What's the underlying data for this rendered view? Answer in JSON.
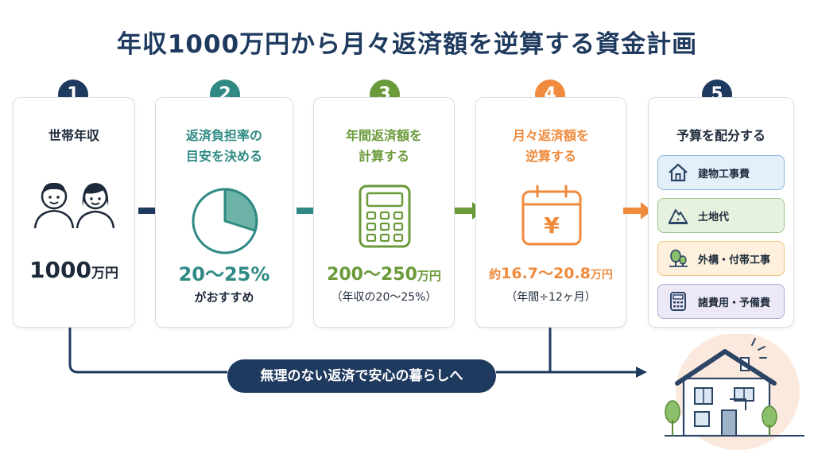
{
  "title": "年収1000万円から月々返済額を逆算する資金計画",
  "colors": {
    "navy": "#1f3a5f",
    "teal": "#2f8a84",
    "green": "#6a9a3a",
    "orange": "#f08a3c",
    "slate": "#2c4566"
  },
  "steps": [
    {
      "num": "1",
      "title_lines": [
        "世帯年収"
      ],
      "value_main": "1000",
      "value_unit": "万円",
      "icon": "couple-icon"
    },
    {
      "num": "2",
      "title_lines": [
        "返済負担率の",
        "目安を決める"
      ],
      "value_main": "20〜25%",
      "value_sub": "がおすすめ",
      "icon": "pie-chart-icon"
    },
    {
      "num": "3",
      "title_lines": [
        "年間返済額を",
        "計算する"
      ],
      "value_main": "200〜250",
      "value_unit": "万円",
      "value_sub": "（年収の20〜25%）",
      "icon": "calculator-icon"
    },
    {
      "num": "4",
      "title_lines": [
        "月々返済額を",
        "逆算する"
      ],
      "value_prefix": "約",
      "value_main": "16.7〜20.8",
      "value_unit": "万円",
      "value_sub": "（年間÷12ヶ月）",
      "icon": "yen-calendar-icon",
      "icon_glyph": "¥"
    },
    {
      "num": "5",
      "title_lines": [
        "予算を配分する"
      ],
      "icon": "budget-icon"
    }
  ],
  "allocations": [
    {
      "label": "建物工事費",
      "icon": "house-outline-icon",
      "bg": "#e3effa",
      "border": "#8fb6dc"
    },
    {
      "label": "土地代",
      "icon": "land-icon",
      "bg": "#e6f2df",
      "border": "#9cc58a"
    },
    {
      "label": "外構・付帯工事",
      "icon": "tree-icon",
      "bg": "#fdf0dc",
      "border": "#f1c27e"
    },
    {
      "label": "諸費用・予備費",
      "icon": "calculator-small-icon",
      "bg": "#ece8f6",
      "border": "#b3a6d6"
    }
  ],
  "banner": "無理のない返済で安心の暮らしへ"
}
